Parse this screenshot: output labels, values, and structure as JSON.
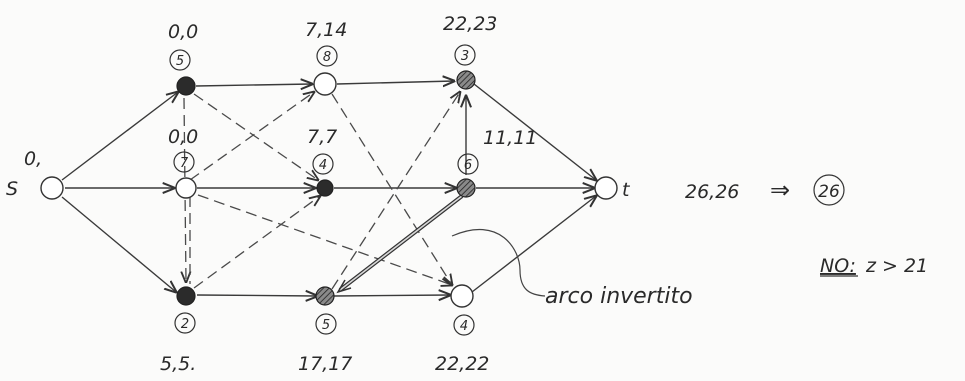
{
  "source_node": {
    "label": "S",
    "value": "0,"
  },
  "sink_node": {
    "label": "t",
    "value": "26,26"
  },
  "result": {
    "arrow": "⇒",
    "value": "26"
  },
  "note": {
    "prefix": "NO:",
    "text": "z > 21"
  },
  "annotation": {
    "text": "arco invertito"
  },
  "nodes": [
    {
      "id": "a",
      "top_label": "0,0",
      "circled": "5"
    },
    {
      "id": "b",
      "top_label": "0,0",
      "circled": "7"
    },
    {
      "id": "c",
      "bottom_label": "5,5.",
      "circled": "2"
    },
    {
      "id": "d",
      "top_label": "7,14",
      "circled": "8"
    },
    {
      "id": "e",
      "top_label": "7,7",
      "circled": "4"
    },
    {
      "id": "f",
      "bottom_label": "17,17",
      "circled": "5"
    },
    {
      "id": "g",
      "top_label": "22,23",
      "circled": "3"
    },
    {
      "id": "h",
      "top_label": "11,11",
      "circled": "6"
    },
    {
      "id": "i",
      "bottom_label": "22,22",
      "circled": "4"
    }
  ]
}
